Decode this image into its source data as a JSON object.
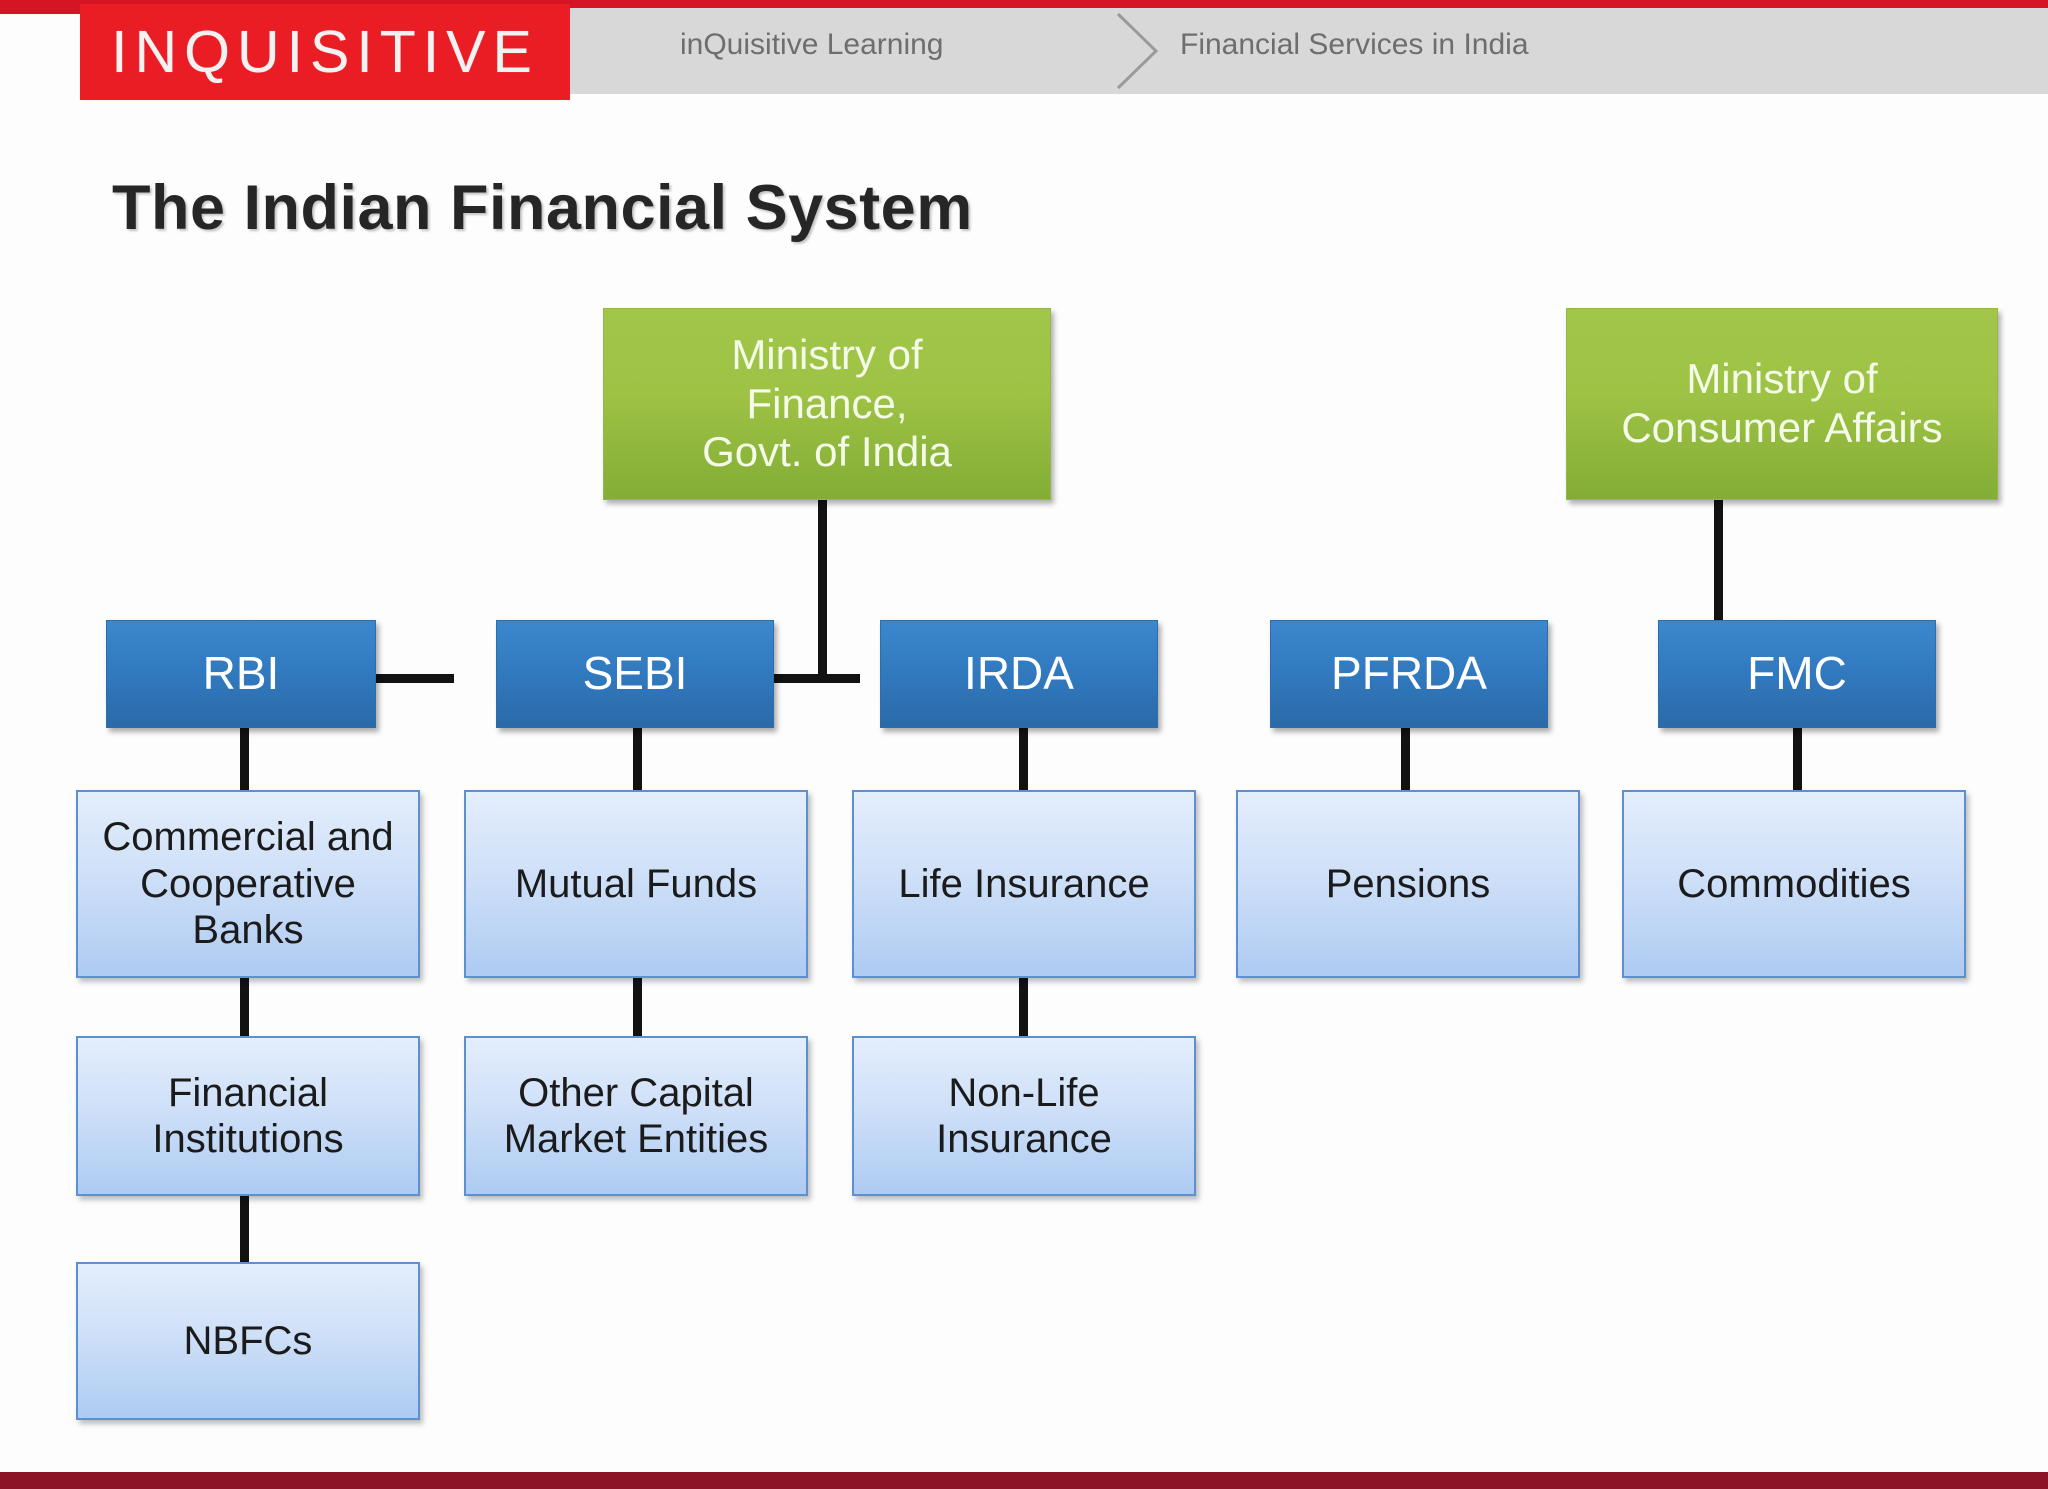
{
  "header": {
    "logo_text": "INQUISITIVE",
    "breadcrumb": [
      "inQuisitive Learning",
      "Financial Services in India"
    ],
    "colors": {
      "logo_red": "#ea1c24",
      "top_strip_red": "#d61524",
      "band_gray": "#d8d8d8",
      "bottom_bar_maroon": "#8b1326"
    }
  },
  "slide": {
    "title": "The Indian Financial System"
  },
  "chart_data": {
    "type": "diagram",
    "title": "The Indian Financial System",
    "orientation": "top-down organizational hierarchy",
    "node_types": {
      "ministry": {
        "fill": "#9ec244",
        "text": "#f4fbe9"
      },
      "regulator": {
        "fill": "#3179bf",
        "text": "#ffffff"
      },
      "entity": {
        "fill": "#cfe0f8",
        "text": "#1b1b1b"
      }
    },
    "nodes": [
      {
        "id": "mof",
        "label": "Ministry of\nFinance,\nGovt. of India",
        "lines": [
          "Ministry of",
          "Finance,",
          "Govt. of India"
        ],
        "type": "ministry",
        "level": 0
      },
      {
        "id": "mca",
        "label": "Ministry  of\nConsumer Affairs",
        "lines": [
          "Ministry  of",
          "Consumer Affairs"
        ],
        "type": "ministry",
        "level": 0
      },
      {
        "id": "rbi",
        "label": "RBI",
        "lines": [
          "RBI"
        ],
        "type": "regulator",
        "level": 1
      },
      {
        "id": "sebi",
        "label": "SEBI",
        "lines": [
          "SEBI"
        ],
        "type": "regulator",
        "level": 1
      },
      {
        "id": "irda",
        "label": "IRDA",
        "lines": [
          "IRDA"
        ],
        "type": "regulator",
        "level": 1
      },
      {
        "id": "pfrda",
        "label": "PFRDA",
        "lines": [
          "PFRDA"
        ],
        "type": "regulator",
        "level": 1
      },
      {
        "id": "fmc",
        "label": "FMC",
        "lines": [
          "FMC"
        ],
        "type": "regulator",
        "level": 1
      },
      {
        "id": "banks",
        "label": "Commercial and Cooperative Banks",
        "lines": [
          "Commercial and",
          "Cooperative",
          "Banks"
        ],
        "type": "entity",
        "level": 2
      },
      {
        "id": "mf",
        "label": "Mutual Funds",
        "lines": [
          "Mutual Funds"
        ],
        "type": "entity",
        "level": 2
      },
      {
        "id": "life",
        "label": "Life Insurance",
        "lines": [
          "Life Insurance"
        ],
        "type": "entity",
        "level": 2
      },
      {
        "id": "pensions",
        "label": "Pensions",
        "lines": [
          "Pensions"
        ],
        "type": "entity",
        "level": 2
      },
      {
        "id": "commodities",
        "label": "Commodities",
        "lines": [
          "Commodities"
        ],
        "type": "entity",
        "level": 2
      },
      {
        "id": "fi",
        "label": "Financial Institutions",
        "lines": [
          "Financial",
          "Institutions"
        ],
        "type": "entity",
        "level": 3
      },
      {
        "id": "ocme",
        "label": "Other Capital Market Entities",
        "lines": [
          "Other Capital",
          "Market Entities"
        ],
        "type": "entity",
        "level": 3
      },
      {
        "id": "nonlife",
        "label": "Non-Life Insurance",
        "lines": [
          "Non-Life",
          "Insurance"
        ],
        "type": "entity",
        "level": 3
      },
      {
        "id": "nbfcs",
        "label": "NBFCs",
        "lines": [
          "NBFCs"
        ],
        "type": "entity",
        "level": 4
      }
    ],
    "edges": [
      {
        "from": "mof",
        "to": "rbi"
      },
      {
        "from": "mof",
        "to": "sebi"
      },
      {
        "from": "mof",
        "to": "irda"
      },
      {
        "from": "mof",
        "to": "pfrda"
      },
      {
        "from": "mca",
        "to": "fmc"
      },
      {
        "from": "rbi",
        "to": "banks"
      },
      {
        "from": "sebi",
        "to": "mf"
      },
      {
        "from": "irda",
        "to": "life"
      },
      {
        "from": "pfrda",
        "to": "pensions"
      },
      {
        "from": "fmc",
        "to": "commodities"
      },
      {
        "from": "banks",
        "to": "fi"
      },
      {
        "from": "mf",
        "to": "ocme"
      },
      {
        "from": "life",
        "to": "nonlife"
      },
      {
        "from": "fi",
        "to": "nbfcs"
      }
    ]
  }
}
